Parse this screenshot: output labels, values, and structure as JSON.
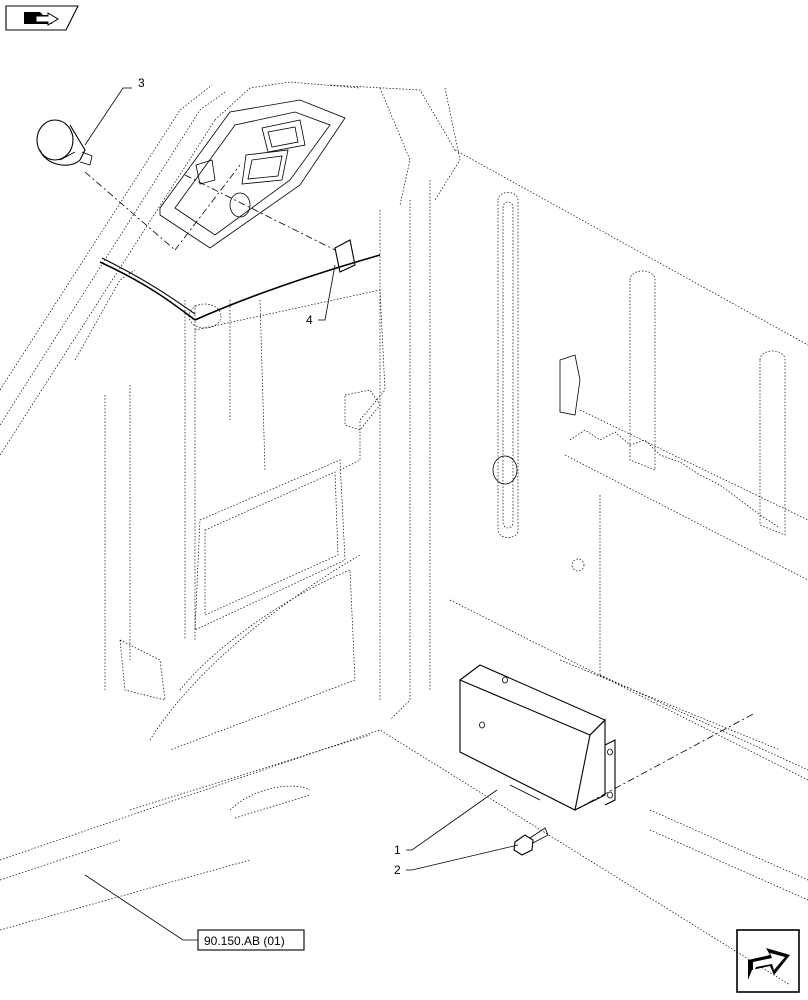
{
  "callouts": {
    "item_1": "1",
    "item_2": "2",
    "item_3": "3",
    "item_4": "4",
    "reference": "90.150.AB (01)"
  },
  "icons": {
    "top_left": "folder-arrow-icon",
    "bottom_right": "next-page-arrow-icon"
  }
}
